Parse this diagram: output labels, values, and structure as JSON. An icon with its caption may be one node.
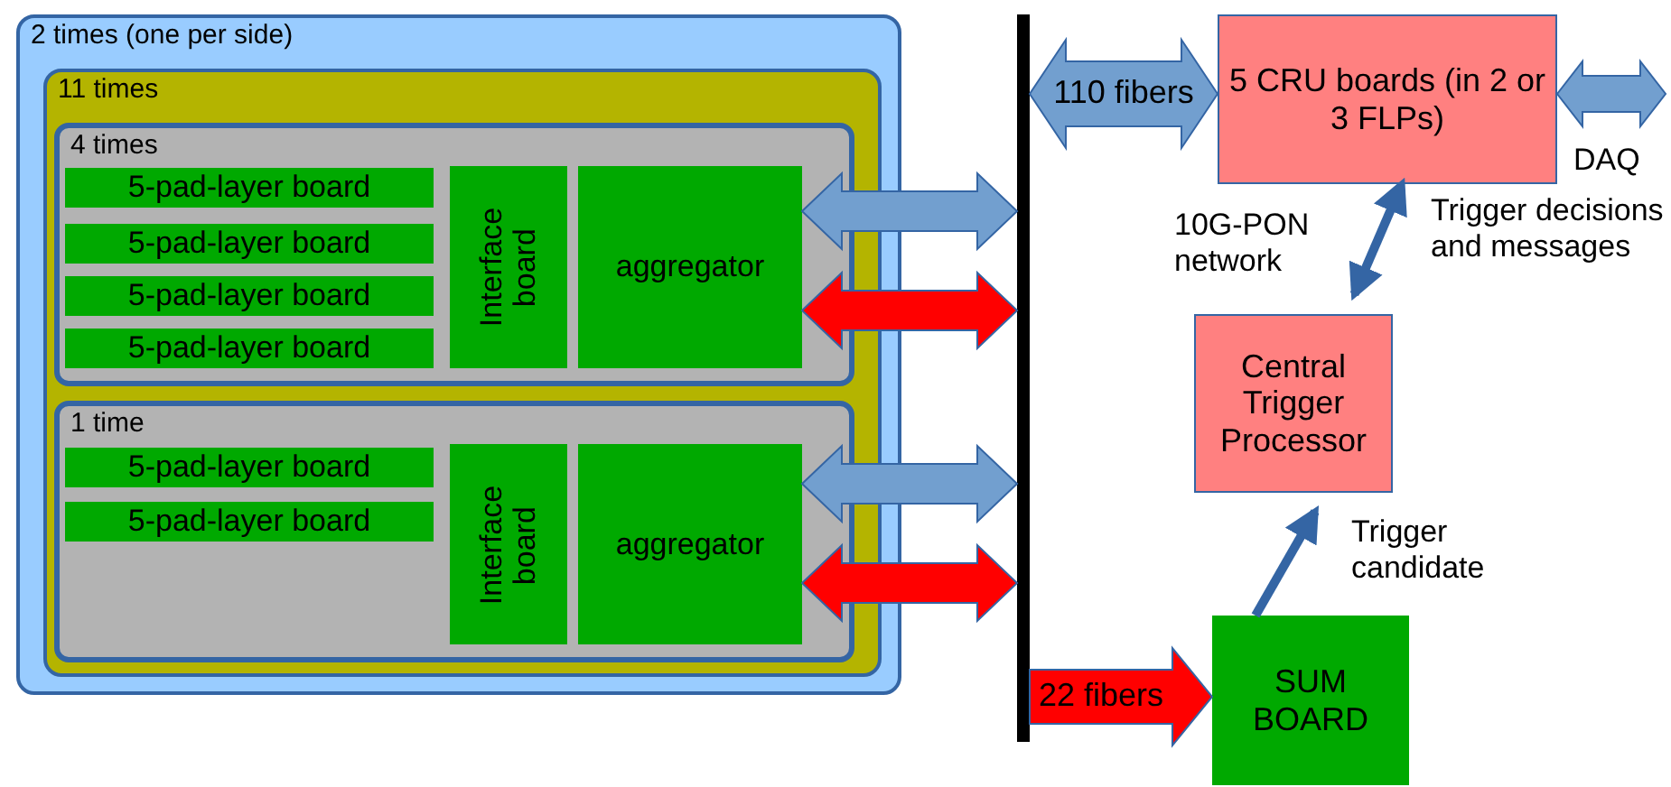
{
  "diagram": {
    "nodes": [
      {
        "text": [
          "2 times (one per side)"
        ]
      },
      {
        "text": [
          "11 times"
        ],
        "in": 0
      },
      {
        "text": [
          "4 times"
        ],
        "in": 1
      },
      {
        "text": [
          "5-pad-layer board"
        ],
        "in": 2
      },
      {
        "text": [
          "5-pad-layer board"
        ],
        "in": 2
      },
      {
        "text": [
          "5-pad-layer board"
        ],
        "in": 2
      },
      {
        "text": [
          "5-pad-layer board"
        ],
        "in": 2
      },
      {
        "text": [
          "Interface board"
        ],
        "in": 2
      },
      {
        "text": [
          "aggregator"
        ],
        "in": 2
      },
      {
        "text": [
          "1 time"
        ],
        "in": 1
      },
      {
        "text": [
          "5-pad-layer board"
        ],
        "in": 9
      },
      {
        "text": [
          "5-pad-layer board"
        ],
        "in": 9
      },
      {
        "text": [
          "Interface board"
        ],
        "in": 9
      },
      {
        "text": [
          "aggregator"
        ],
        "in": 9
      },
      {
        "text": [],
        "shape": "bar"
      },
      {
        "text": [
          "5 CRU boards (in 2 or 3 FLPs)"
        ]
      },
      {
        "text": [
          "Central Trigger Processor"
        ]
      },
      {
        "text": [
          "SUM BOARD"
        ]
      }
    ],
    "edges": [
      {
        "from": 8,
        "to": 14,
        "arrow": "both",
        "style": "thick"
      },
      {
        "from": 8,
        "to": 14,
        "arrow": "both",
        "style": "thick",
        "color": "#ff0000"
      },
      {
        "from": 13,
        "to": 14,
        "arrow": "both",
        "style": "thick"
      },
      {
        "from": 13,
        "to": 14,
        "arrow": "both",
        "style": "thick",
        "color": "#ff0000"
      },
      {
        "from": 14,
        "to": 15,
        "arrow": "both",
        "style": "thick",
        "label": "110 fibers"
      },
      {
        "from": 14,
        "to": 17,
        "arrow": "to",
        "style": "thick",
        "color": "#ff0000",
        "label": "22 fibers"
      },
      {
        "from": 15,
        "to": null,
        "arrow": "both",
        "style": "thick"
      },
      {
        "from": 15,
        "to": 16,
        "arrow": "both",
        "color": "#3465a4"
      },
      {
        "from": 17,
        "to": 16,
        "arrow": "to",
        "color": "#3465a4"
      }
    ],
    "labels": [
      "DAQ",
      "10G-PON network",
      "Trigger decisions and messages",
      "Trigger candidate"
    ]
  }
}
